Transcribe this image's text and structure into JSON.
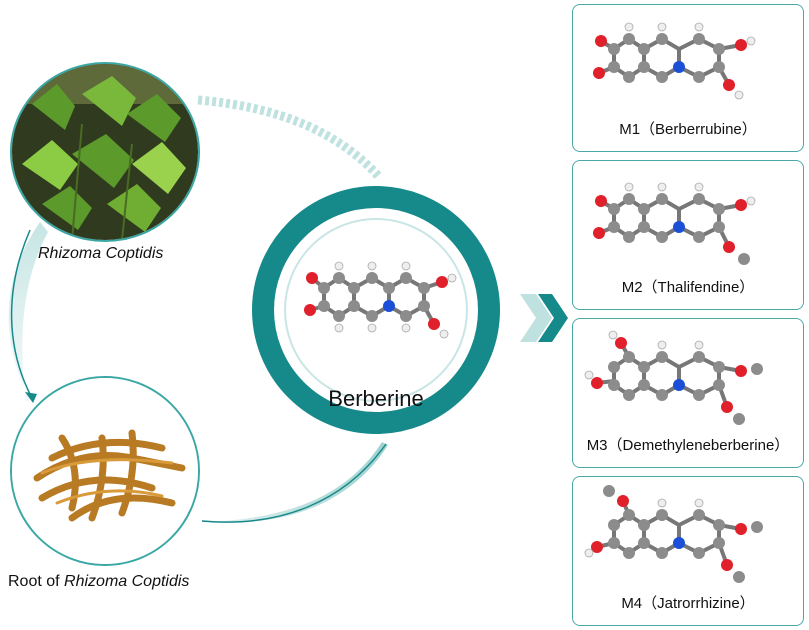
{
  "plant_caption": {
    "name": "Rhizoma Coptidis"
  },
  "root_caption": {
    "prefix": "Root of ",
    "name": "Rhizoma Coptidis"
  },
  "center": {
    "title": "Berberine"
  },
  "metabolites": [
    {
      "label": "M1（Berberrubine）"
    },
    {
      "label": "M2（Thalifendine）"
    },
    {
      "label": "M3（Demethyleneberberine）"
    },
    {
      "label": "M4（Jatrorrhizine）"
    }
  ],
  "colors": {
    "teal": "#16898a",
    "teal_light": "#bfe2e1",
    "card_border": "#4aa9a6",
    "atom_carbon": "#8c8c8c",
    "atom_oxygen": "#e0202a",
    "atom_nitrogen": "#1c4fd8",
    "atom_hydrogen": "#eeeeee"
  }
}
